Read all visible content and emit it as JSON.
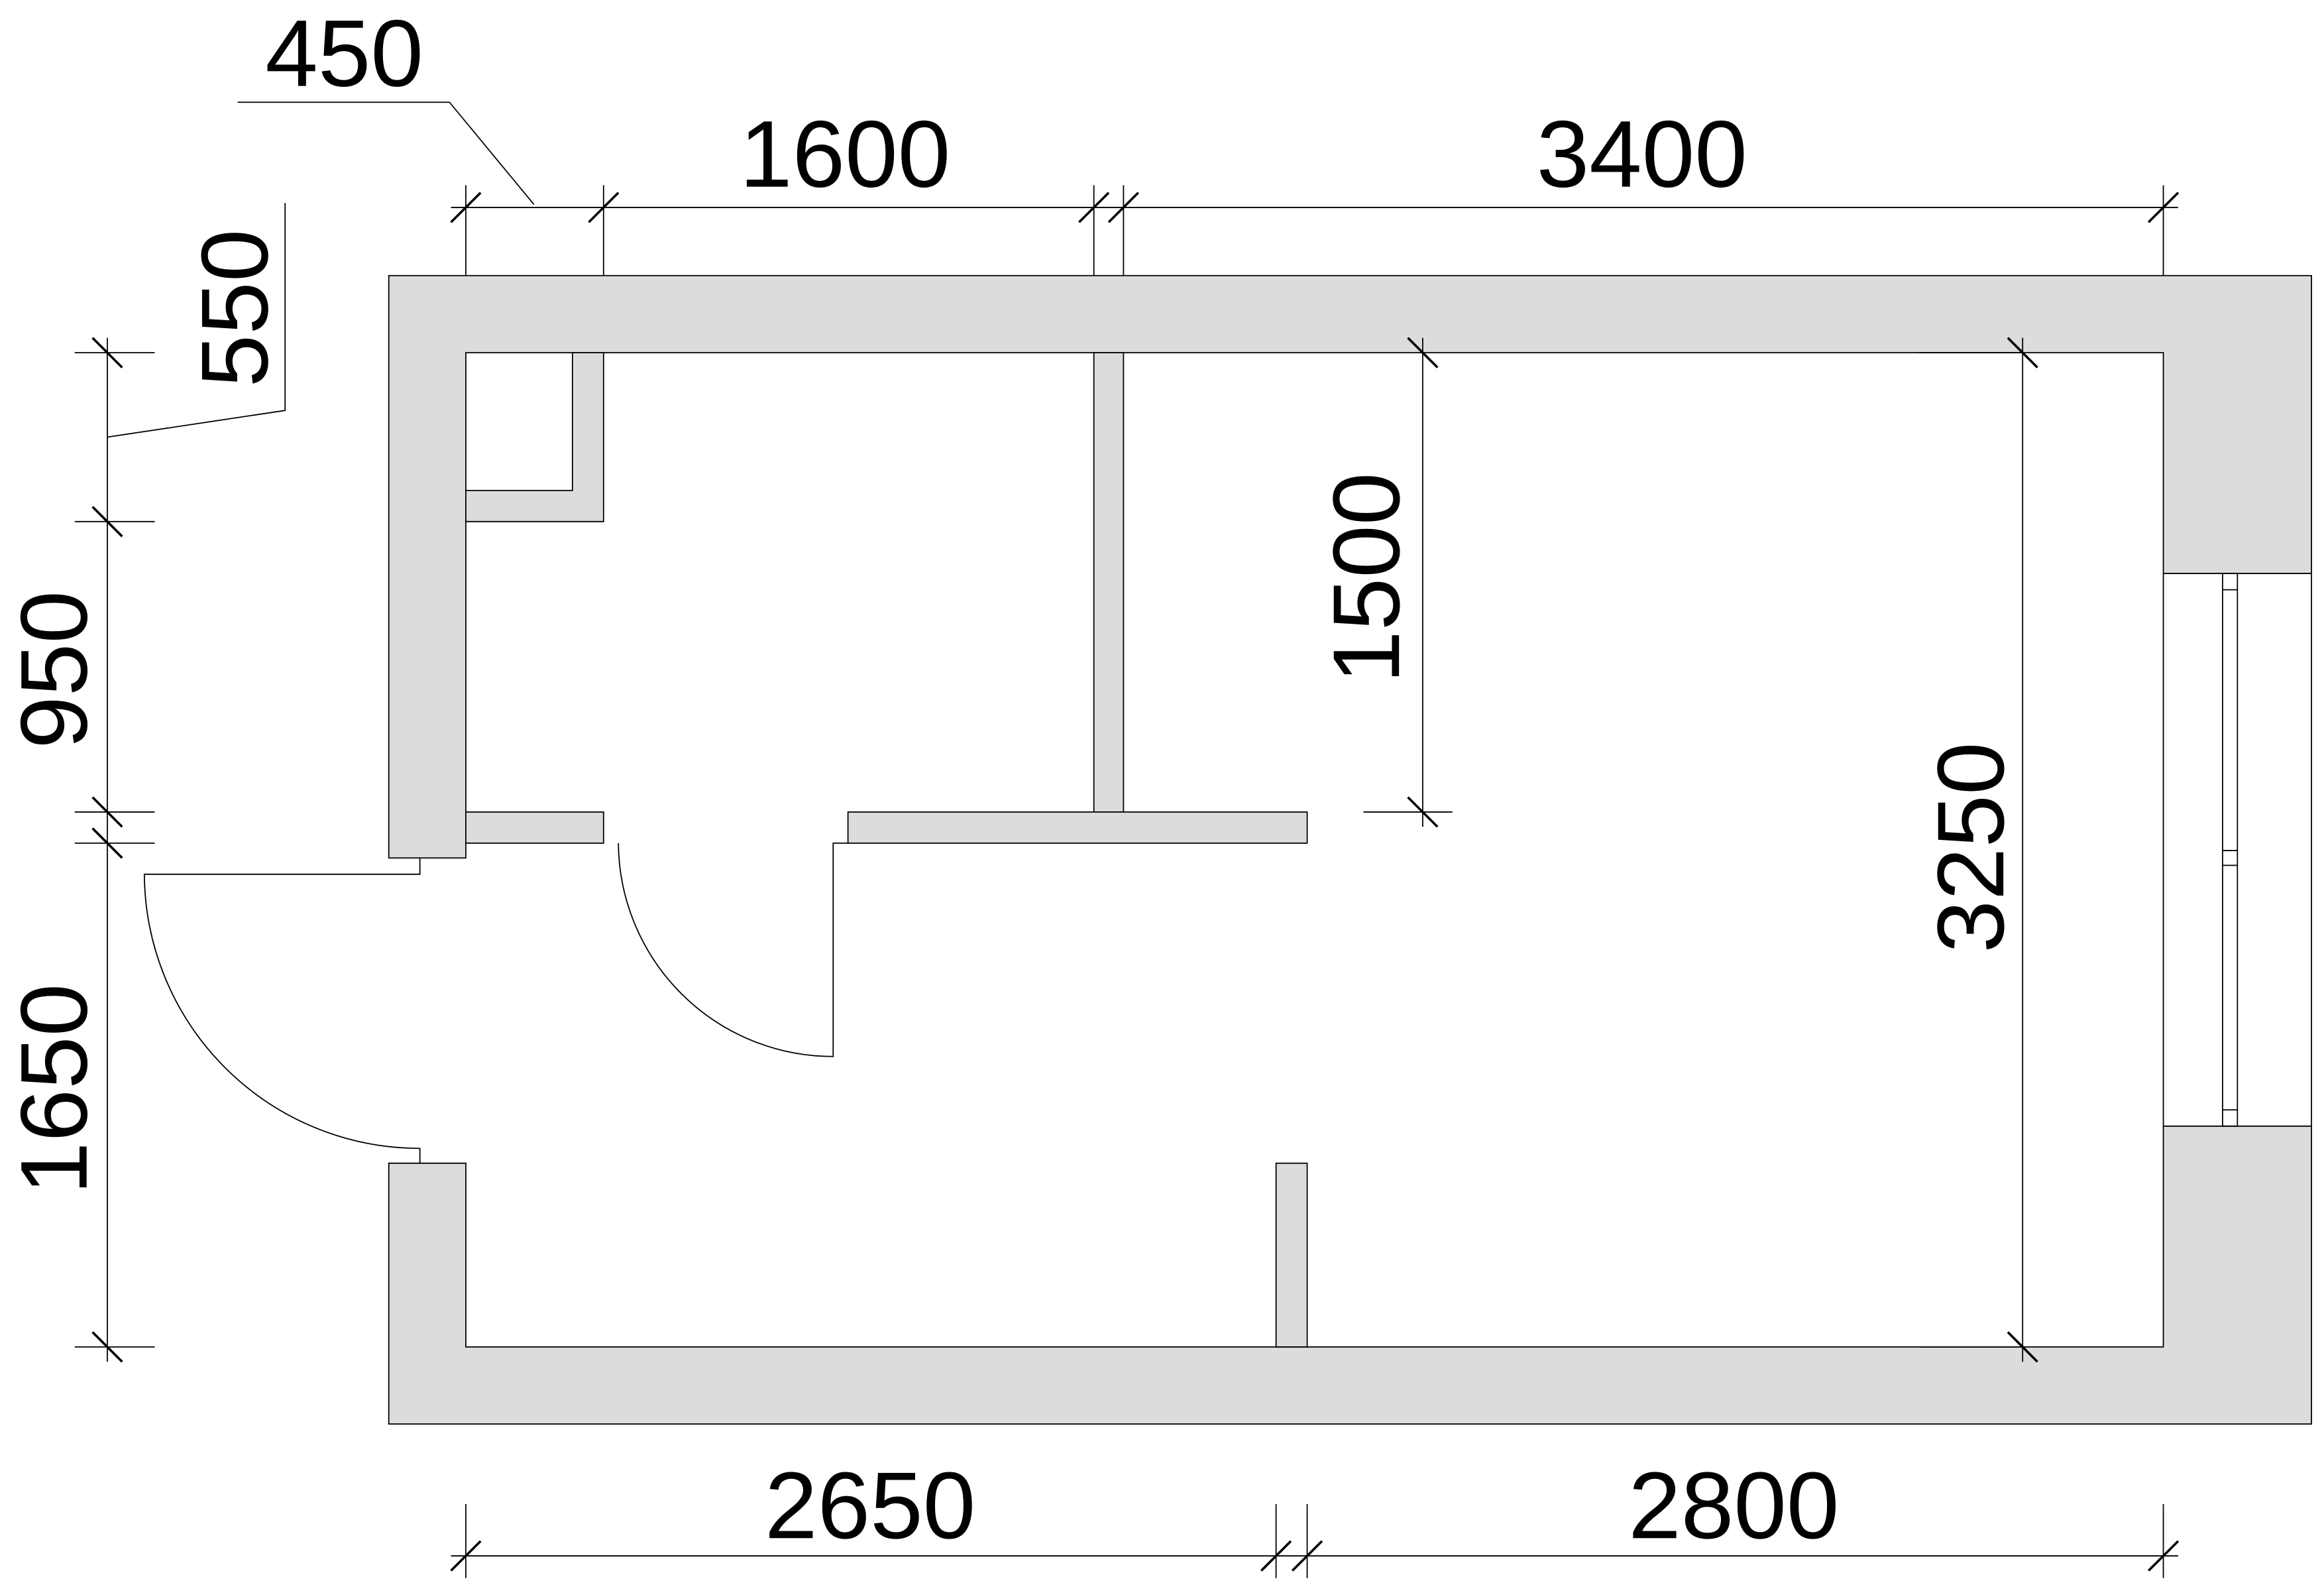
{
  "plan": {
    "title": "Apartment floor plan with dimensions (mm)",
    "dimensions": {
      "top_offset": "450",
      "top_left": "1600",
      "top_right": "3400",
      "left_top": "550",
      "left_middle": "950",
      "left_bottom": "1650",
      "inner_partition": "1500",
      "room_depth": "3250",
      "bottom_left": "2650",
      "bottom_right": "2800"
    }
  }
}
